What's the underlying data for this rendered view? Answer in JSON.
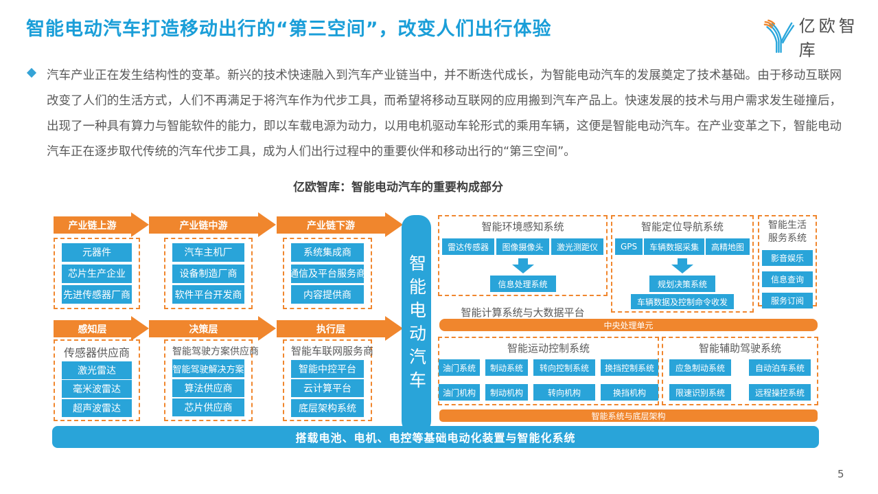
{
  "page": {
    "title": "智能电动汽车打造移动出行的“第三空间”，改变人们出行体验",
    "page_number": "5",
    "logo_text": "亿欧智库"
  },
  "colors": {
    "accent_blue": "#29A4D9",
    "accent_orange": "#F0862D",
    "title_blue": "#1A9ED8",
    "body_gray": "#595959"
  },
  "intro": {
    "text": "汽车产业正在发生结构性的变革。新兴的技术快速融入到汽车产业链当中，并不断迭代成长，为智能电动汽车的发展奠定了技术基础。由于移动互联网改变了人们的生活方式，人们不再满足于将汽车作为代步工具，而希望将移动互联网的应用搬到汽车产品上。快速发展的技术与用户需求发生碰撞后，出现了一种具有算力与智能软件的能力，即以车载电源为动力，以用电机驱动车轮形式的乘用车辆，这便是智能电动汽车。在产业变革之下，智能电动汽车正在逐步取代传统的汽车代步工具，成为人们出行过程中的重要伙伴和移动出行的“第三空间”。"
  },
  "diagram": {
    "title": "亿欧智库：智能电动汽车的重要构成部分",
    "center_label": "智能电动汽车",
    "supply_chain": [
      {
        "arrow": "产业链上游",
        "items": [
          "元器件",
          "芯片生产企业",
          "先进传感器厂商"
        ]
      },
      {
        "arrow": "产业链中游",
        "items": [
          "汽车主机厂",
          "设备制造厂商",
          "软件平台开发商"
        ]
      },
      {
        "arrow": "产业链下游",
        "items": [
          "系统集成商",
          "通信及平台服务商",
          "内容提供商"
        ]
      }
    ],
    "layers": [
      {
        "arrow": "感知层",
        "header": "传感器供应商",
        "items": [
          "激光雷达",
          "毫米波雷达",
          "超声波雷达"
        ]
      },
      {
        "arrow": "决策层",
        "header": "智能驾驶方案供应商",
        "items": [
          "智能驾驶解决方案",
          "算法供应商",
          "芯片供应商"
        ]
      },
      {
        "arrow": "执行层",
        "header": "智能车联网服务商",
        "items": [
          "智能中控平台",
          "云计算平台",
          "底层架构系统"
        ]
      }
    ],
    "systems": {
      "env": {
        "title": "智能环境感知系统",
        "inputs": [
          "雷达传感器",
          "图像摄像头",
          "激光测距仪"
        ],
        "output": "信息处理系统"
      },
      "nav": {
        "title": "智能定位导航系统",
        "inputs": [
          "GPS",
          "车辆数据采集",
          "高精地图"
        ],
        "outputs": [
          "规划决策系统",
          "车辆数据及控制命令收发"
        ]
      },
      "life": {
        "title_lines": [
          "智能生活",
          "服务系统"
        ],
        "items": [
          "影音娱乐",
          "信息查询",
          "服务订阅"
        ]
      },
      "motion": {
        "title": "智能运动控制系统",
        "rows": [
          [
            "油门系统",
            "制动系统",
            "转向控制系统",
            "换挡控制系统"
          ],
          [
            "油门机构",
            "制动机构",
            "转向机构",
            "换挡机构"
          ]
        ]
      },
      "assist": {
        "title": "智能辅助驾驶系统",
        "rows": [
          [
            "应急制动系统",
            "自动泊车系统"
          ],
          [
            "限速识别系统",
            "远程操控系统"
          ]
        ]
      }
    },
    "compute_platform_label": "智能计算系统与大数据平台",
    "cpu_bar_label": "中央处理单元",
    "arch_bar_label": "智能系统与底层架构",
    "bottom_bar_label": "搭载电池、电机、电控等基础电动化装置与智能化系统"
  }
}
